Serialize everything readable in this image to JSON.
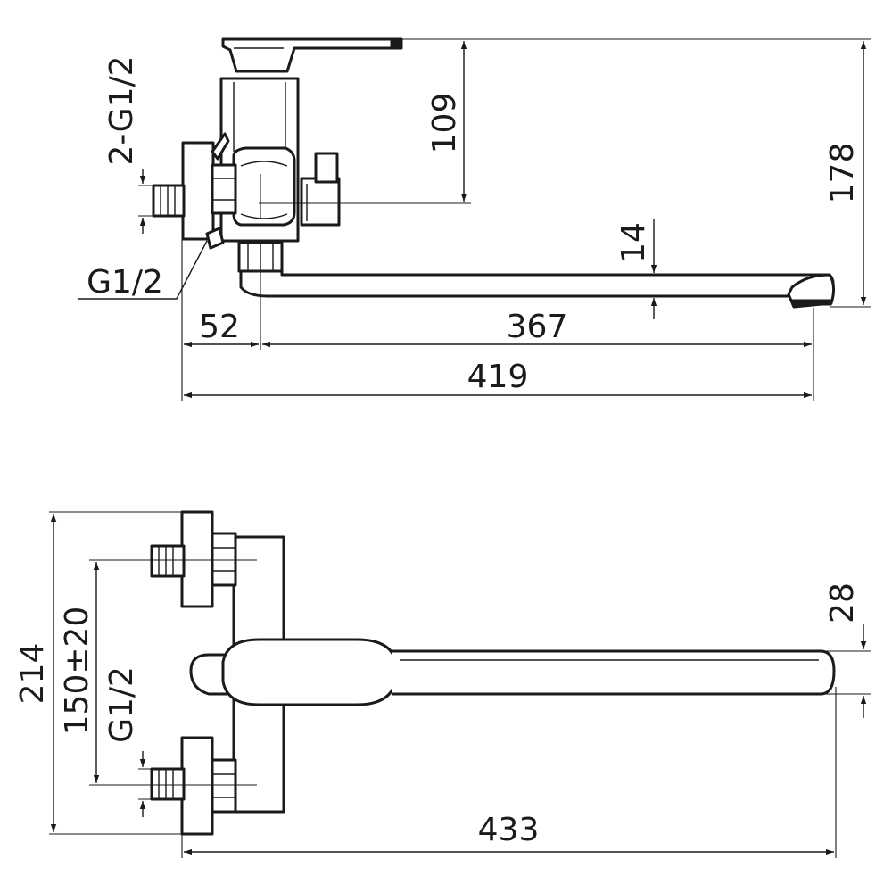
{
  "colors": {
    "line": "#1a1a1a",
    "background": "#ffffff"
  },
  "side_view": {
    "dim_inlet_thread": "2-G1/2",
    "dim_height_109": "109",
    "dim_height_178": "178",
    "dim_spout_14": "14",
    "dim_thread_g12": "G1/2",
    "dim_offset_52": "52",
    "dim_spout_367": "367",
    "dim_total_419": "419"
  },
  "top_view": {
    "dim_height_214": "214",
    "dim_centers": "150±20",
    "dim_thread_g12": "G1/2",
    "dim_spout_28": "28",
    "dim_total_433": "433"
  }
}
